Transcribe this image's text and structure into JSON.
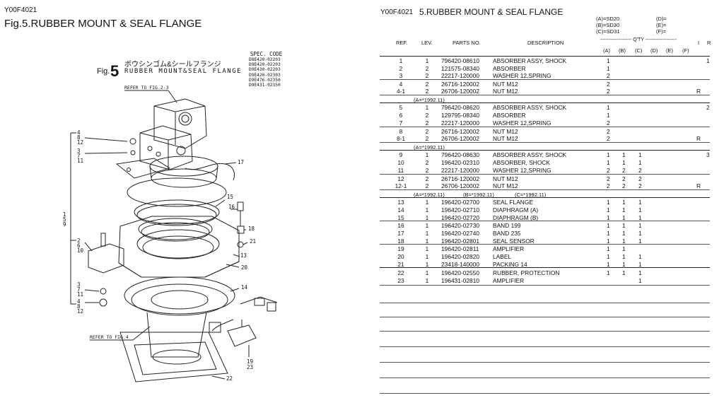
{
  "left_page": {
    "code": "Y00F4021",
    "title": "Fig.5.RUBBER MOUNT & SEAL FLANGE",
    "fig_word": "Fig.",
    "fig_number": "5",
    "jp_title": "ボウシンゴム&シールフランジ",
    "en_title": "RUBBER MOUNT&SEAL FLANGE",
    "spec_code_label": "SPEC. CODE",
    "spec_codes": [
      "D8E420-02203",
      "D9E420-02203",
      "D9E430-02203",
      "D9E420-02303",
      "D9E476-02350",
      "D9E431-02350"
    ],
    "refer_top": "REFER TO FIG.2-3",
    "refer_bottom": "REFER TO FIG.4",
    "callouts": {
      "c4": "4",
      "c8": "8",
      "c12": "12",
      "c3": "3",
      "c7": "7",
      "c11": "11",
      "c1": "1",
      "c5": "5",
      "c9": "9",
      "c2": "2",
      "c6": "6",
      "c10": "10",
      "c3b": "3",
      "c7b": "7",
      "c11b": "11",
      "c4b": "4",
      "c8b": "8",
      "c12b": "12",
      "c17": "17",
      "c15": "15",
      "c16": "16",
      "c18": "18",
      "c21": "21",
      "c13": "13",
      "c20": "20",
      "c14": "14",
      "c19": "19",
      "c23": "23",
      "c22": "22"
    }
  },
  "right_page": {
    "code": "Y00F4021",
    "title": "5.RUBBER MOUNT & SEAL FLANGE",
    "legend": {
      "a": "(A)=SD20",
      "b": "(B)=SD30",
      "c": "(C)=SD31",
      "d": "(D)=",
      "e": "(E)=",
      "f": "(F)="
    },
    "headers": {
      "ref": "REF.",
      "lev": "LEV.",
      "parts": "PARTS NO.",
      "desc": "DESCRIPTION",
      "qty": "------------------- Q'TY -------------------",
      "i": "I",
      "r": "R",
      "qa": "(A)",
      "qb": "(B)",
      "qc": "(C)",
      "qd": "(D)",
      "qe": "(E)",
      "qf": "(F)"
    },
    "rows": [
      {
        "ref": "1",
        "lev": "1",
        "part": "796420-08610",
        "desc": "ABSORBER ASSY, SHOCK",
        "a": "1",
        "b": "",
        "c": "",
        "r": "",
        "i": "1"
      },
      {
        "ref": "2",
        "lev": "2",
        "part": "121575-08340",
        "desc": "ABSORBER",
        "a": "1",
        "b": "",
        "c": "",
        "r": "",
        "i": ""
      },
      {
        "ref": "3",
        "lev": "2",
        "part": "22217-120000",
        "desc": "WASHER 12,SPRING",
        "a": "2",
        "b": "",
        "c": "",
        "r": "",
        "i": ""
      },
      {
        "ref": "4",
        "lev": "2",
        "part": "26716-120002",
        "desc": "NUT M12",
        "a": "2",
        "b": "",
        "c": "",
        "r": "",
        "i": ""
      },
      {
        "ref": "4-1",
        "lev": "2",
        "part": "26706-120002",
        "desc": "NUT M12",
        "a": "2",
        "b": "",
        "c": "",
        "r": "R",
        "i": ""
      },
      {
        "ref": "5",
        "lev": "1",
        "part": "796420-08620",
        "desc": "ABSORBER ASSY, SHOCK",
        "a": "1",
        "b": "",
        "c": "",
        "r": "",
        "i": "2"
      },
      {
        "ref": "6",
        "lev": "2",
        "part": "129795-08340",
        "desc": "ABSORBER",
        "a": "1",
        "b": "",
        "c": "",
        "r": "",
        "i": ""
      },
      {
        "ref": "7",
        "lev": "2",
        "part": "22217-120000",
        "desc": "WASHER 12,SPRING",
        "a": "2",
        "b": "",
        "c": "",
        "r": "",
        "i": ""
      },
      {
        "ref": "8",
        "lev": "2",
        "part": "26716-120002",
        "desc": "NUT M12",
        "a": "2",
        "b": "",
        "c": "",
        "r": "",
        "i": ""
      },
      {
        "ref": "8-1",
        "lev": "2",
        "part": "26706-120002",
        "desc": "NUT M12",
        "a": "2",
        "b": "",
        "c": "",
        "r": "R",
        "i": ""
      },
      {
        "ref": "9",
        "lev": "1",
        "part": "796420-08630",
        "desc": "ABSORBER ASSY, SHOCK",
        "a": "1",
        "b": "1",
        "c": "1",
        "r": "",
        "i": "3"
      },
      {
        "ref": "10",
        "lev": "2",
        "part": "196420-02310",
        "desc": "ABSORBER, SHOCK",
        "a": "1",
        "b": "1",
        "c": "1",
        "r": "",
        "i": ""
      },
      {
        "ref": "11",
        "lev": "2",
        "part": "22217-120000",
        "desc": "WASHER 12,SPRING",
        "a": "2",
        "b": "2",
        "c": "2",
        "r": "",
        "i": ""
      },
      {
        "ref": "12",
        "lev": "2",
        "part": "26716-120002",
        "desc": "NUT M12",
        "a": "2",
        "b": "2",
        "c": "2",
        "r": "",
        "i": ""
      },
      {
        "ref": "12-1",
        "lev": "2",
        "part": "26706-120002",
        "desc": "NUT M12",
        "a": "2",
        "b": "2",
        "c": "2",
        "r": "R",
        "i": ""
      },
      {
        "ref": "13",
        "lev": "1",
        "part": "196420-02700",
        "desc": "SEAL FLANGE",
        "a": "1",
        "b": "1",
        "c": "1",
        "r": "",
        "i": ""
      },
      {
        "ref": "14",
        "lev": "1",
        "part": "196420-02710",
        "desc": "DIAPHRAGM (A)",
        "a": "1",
        "b": "1",
        "c": "1",
        "r": "",
        "i": ""
      },
      {
        "ref": "15",
        "lev": "1",
        "part": "196420-02720",
        "desc": "DIAPHRAGM (B)",
        "a": "1",
        "b": "1",
        "c": "1",
        "r": "",
        "i": ""
      },
      {
        "ref": "16",
        "lev": "1",
        "part": "196420-02730",
        "desc": "BAND 199",
        "a": "1",
        "b": "1",
        "c": "1",
        "r": "",
        "i": ""
      },
      {
        "ref": "17",
        "lev": "1",
        "part": "196420-02740",
        "desc": "BAND 235",
        "a": "1",
        "b": "1",
        "c": "1",
        "r": "",
        "i": ""
      },
      {
        "ref": "18",
        "lev": "1",
        "part": "196420-02801",
        "desc": "SEAL SENSOR",
        "a": "1",
        "b": "1",
        "c": "1",
        "r": "",
        "i": ""
      },
      {
        "ref": "19",
        "lev": "1",
        "part": "196420-02811",
        "desc": "AMPLIFIER",
        "a": "1",
        "b": "1",
        "c": "",
        "r": "",
        "i": ""
      },
      {
        "ref": "20",
        "lev": "1",
        "part": "196420-02820",
        "desc": "LABEL",
        "a": "1",
        "b": "1",
        "c": "1",
        "r": "",
        "i": ""
      },
      {
        "ref": "21",
        "lev": "1",
        "part": "23418-140000",
        "desc": "PACKING 14",
        "a": "1",
        "b": "1",
        "c": "1",
        "r": "",
        "i": ""
      },
      {
        "ref": "22",
        "lev": "1",
        "part": "196420-02550",
        "desc": "RUBBER, PROTECTION",
        "a": "1",
        "b": "1",
        "c": "1",
        "r": "",
        "i": ""
      },
      {
        "ref": "23",
        "lev": "1",
        "part": "196431-02810",
        "desc": "AMPLIFIER",
        "a": "",
        "b": "",
        "c": "1",
        "r": "",
        "i": ""
      }
    ],
    "notes": {
      "n1": "(A=*1992.11)",
      "n2": "(A=*1992.11)",
      "n3a": "(A=*1992.11)",
      "n3b": "(B=*1992.11)",
      "n3c": "(C=*1992.11)"
    }
  }
}
